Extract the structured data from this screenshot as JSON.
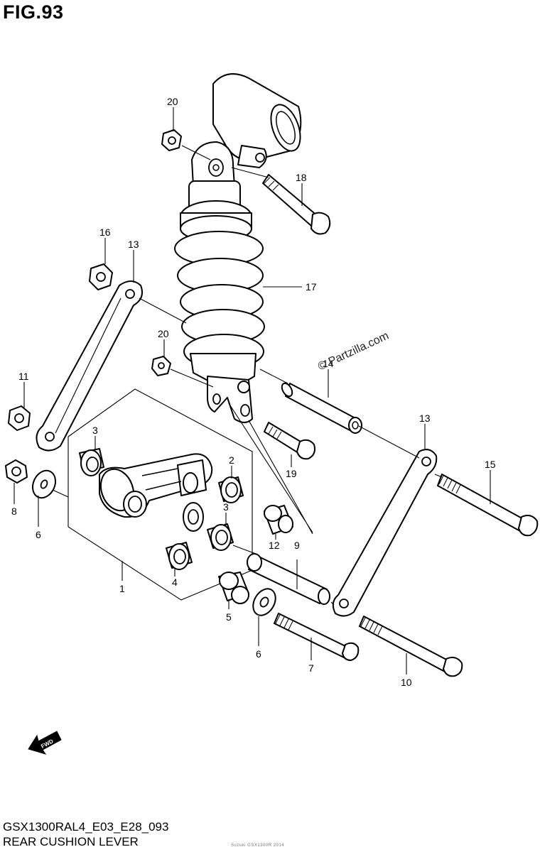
{
  "figure": {
    "title": "FIG.93",
    "code": "GSX1300RAL4_E03_E28_093",
    "name": "REAR CUSHION LEVER",
    "watermark": "© Partzilla.com",
    "fine_print": "Suzuki GSX1300R 2014"
  },
  "callouts": [
    {
      "id": "c20a",
      "text": "20"
    },
    {
      "id": "c18",
      "text": "18"
    },
    {
      "id": "c16",
      "text": "16"
    },
    {
      "id": "c13a",
      "text": "13"
    },
    {
      "id": "c17",
      "text": "17"
    },
    {
      "id": "c20b",
      "text": "20"
    },
    {
      "id": "c14",
      "text": "14"
    },
    {
      "id": "c11",
      "text": "11"
    },
    {
      "id": "c13b",
      "text": "13"
    },
    {
      "id": "c3a",
      "text": "3"
    },
    {
      "id": "c2",
      "text": "2"
    },
    {
      "id": "c15",
      "text": "15"
    },
    {
      "id": "c8",
      "text": "8"
    },
    {
      "id": "c6a",
      "text": "6"
    },
    {
      "id": "c3b",
      "text": "3"
    },
    {
      "id": "c19",
      "text": "19"
    },
    {
      "id": "c12",
      "text": "12"
    },
    {
      "id": "c9",
      "text": "9"
    },
    {
      "id": "c1",
      "text": "1"
    },
    {
      "id": "c4",
      "text": "4"
    },
    {
      "id": "c5",
      "text": "5"
    },
    {
      "id": "c6b",
      "text": "6"
    },
    {
      "id": "c7",
      "text": "7"
    },
    {
      "id": "c10",
      "text": "10"
    }
  ],
  "fwd_label": "FWD"
}
